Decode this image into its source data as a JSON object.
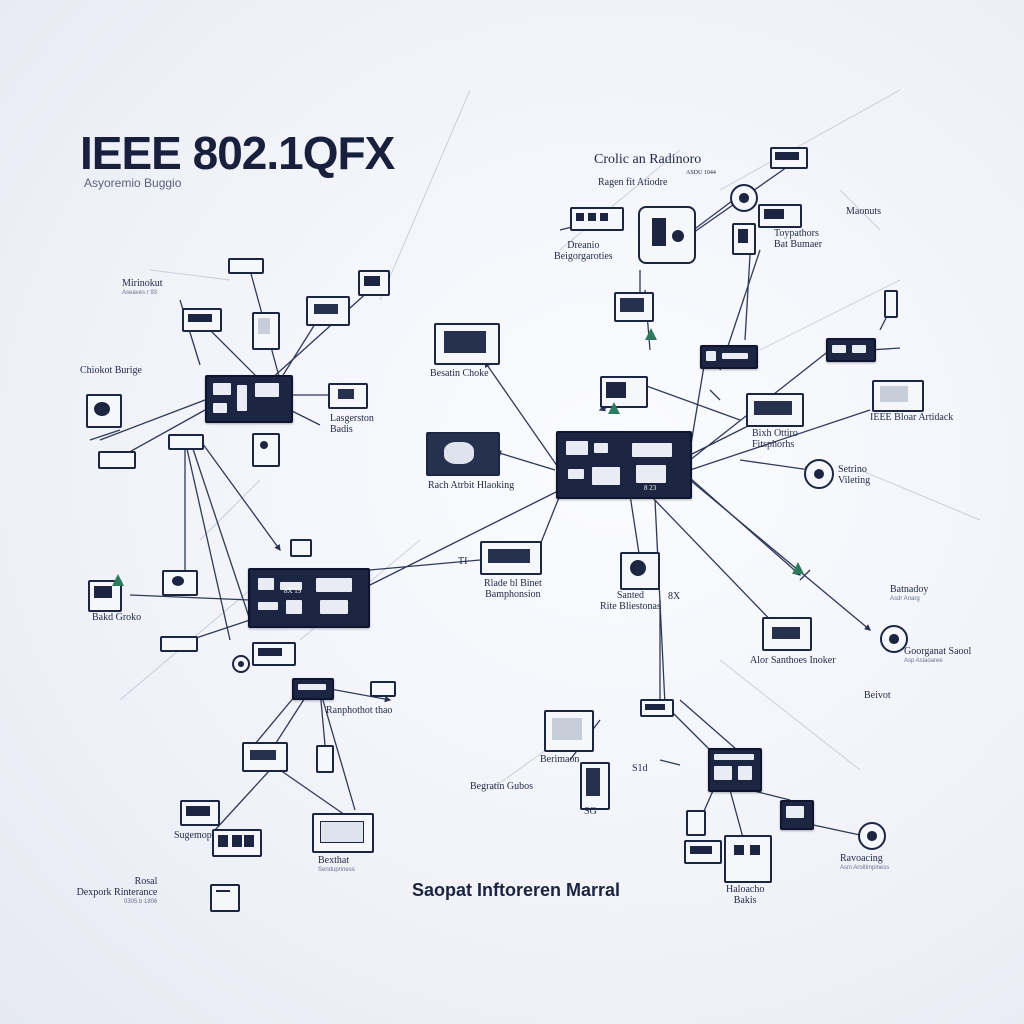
{
  "header": {
    "title": "IEEE 802.1QFX",
    "subtitle": "Asyoremio Buggio"
  },
  "footer": {
    "caption": "Saopat Inftoreren Marral"
  },
  "labels": {
    "crolic": "Crolic an Radinoro",
    "crolic_sub": "ASDU 1044",
    "ragen": "Ragen fit Atiodre",
    "mirinokut": "Mirinokut",
    "mirinokut_sub": "Aseaves r 93",
    "chiokot": "Chiokot Burige",
    "drean": "Dreanio",
    "drean_2": "Beigorgaroties",
    "maonuts": "Maonuts",
    "toypath": "Toypathors",
    "toypath_2": "Bat Bumaer",
    "besatin": "Besatin Choke",
    "lasgerston": "Lasgerston",
    "lasgerston_2": "Badis",
    "rach": "Rach Atrbit Hlaoking",
    "bixh": "Bixh Ottiro",
    "bixh_2": "Fitsphorhs",
    "ieee_board": "IEEE Bloar Artidack",
    "setrino": "Setrino",
    "setrino_2": "Vileting",
    "rlade": "Rlade bl Binet",
    "rlade_2": "Bamphonsion",
    "santed": "Santed",
    "santed_2": "Rite Bliestonas",
    "bakd": "Bakd Groko",
    "batnadoy": "Batnadoy",
    "batnadoy_sub": "Asdr Anarg",
    "goorganat": "Goorganat Saool",
    "goorganat_sub": "Asp Aslaoaree",
    "alor": "Alor Santhoes Inoker",
    "beivot": "Beivot",
    "ranphot": "Ranphothot thao",
    "berimaon": "Berimaon",
    "begratin": "Begratin Gubos",
    "bexthat": "Bexthat",
    "bexthat_sub": "Sendupriness",
    "sugemop": "Sugemop",
    "rosal": "Rosal",
    "dexpork": "Dexpork Rinterance",
    "dexpork_sub": "0305 b 1806",
    "ravoacing": "Ravoacing",
    "ravoacing_sub": "Asm Aroltimpiness",
    "haloacho": "Haloacho",
    "haloacho_2": "Bakis",
    "sid": "S1d",
    "ti": "TI",
    "bakd_icon": "8X",
    "hub_num": "8X 19",
    "sg": "SG",
    "num": "8 23"
  },
  "colors": {
    "node_dark": "#1c2542",
    "wire": "#3a4460",
    "accent_green": "#2e7a5c",
    "background": "#f1f3f9"
  }
}
